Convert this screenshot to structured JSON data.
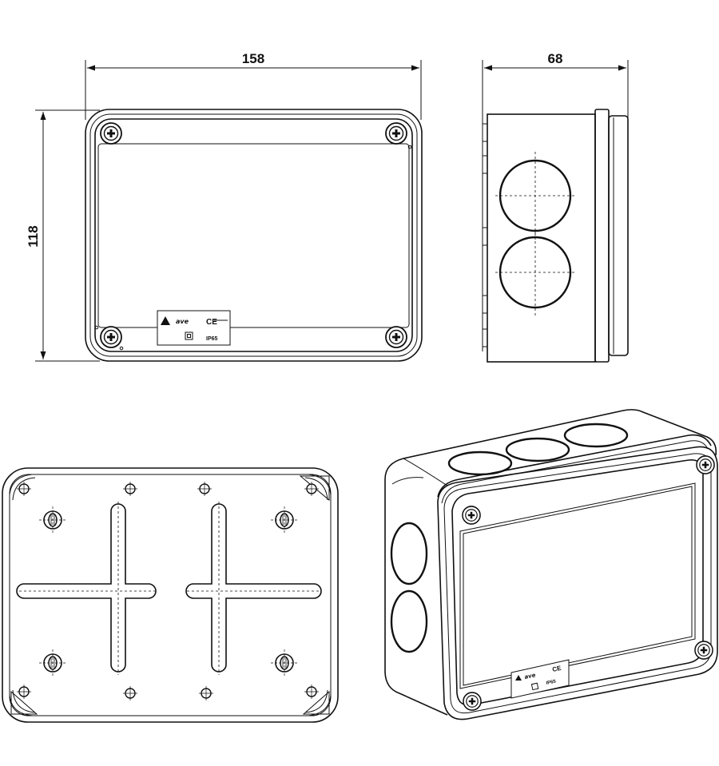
{
  "dimensions": {
    "width": "158",
    "depth": "68",
    "height": "118"
  },
  "labels": {
    "brand": "ave",
    "ce_mark": "CE",
    "ip_rating": "IP65"
  },
  "colors": {
    "line": "#111111",
    "background": "#ffffff"
  }
}
